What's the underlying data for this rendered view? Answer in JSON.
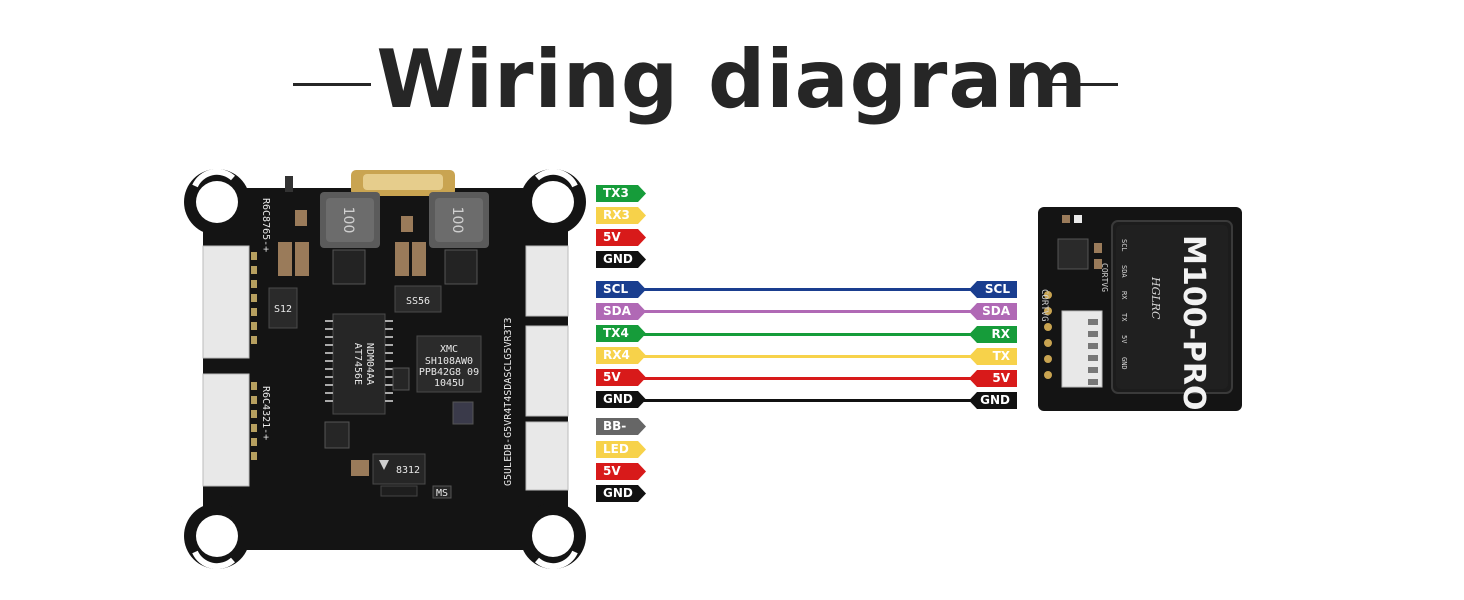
{
  "title": "Wiring diagram",
  "fc": {
    "pads_left_top": "R6C8765-+",
    "pads_left_bottom": "R6C4321-+",
    "pads_right": "G5ULEDB-G5VR4T4SDASCLG5VR3T3",
    "inductor_mark_1": "100",
    "inductor_mark_2": "100",
    "diode_mark": "SS56",
    "chip_main": "AT7456E",
    "chip_main_2": "NDM04AA",
    "chip_flash_1": "XMC",
    "chip_flash_2": "SH108AW0",
    "chip_flash_3": "PPB42G8 09",
    "chip_flash_4": "1045U",
    "chip_reg": "8312",
    "chip_ldo": "MS",
    "chip_small": "S12"
  },
  "gps": {
    "model": "M100-PRO",
    "brand": "HGLRC",
    "shield_pins": [
      "SCL",
      "SDA",
      "RX",
      "TX",
      "5V",
      "GND"
    ],
    "side_label": "CORTVG",
    "rot_label": "CORTVG"
  },
  "colors": {
    "blue": "#1a3e8f",
    "purple": "#b069b5",
    "green": "#169c3a",
    "yellow": "#f7d24a",
    "red": "#d81a1a",
    "black": "#111111",
    "gray": "#666666",
    "pcb": "#141414"
  },
  "fc_tags": [
    {
      "label": "TX3",
      "color": "#169c3a"
    },
    {
      "label": "RX3",
      "color": "#f7d24a"
    },
    {
      "label": "5V",
      "color": "#d81a1a"
    },
    {
      "label": "GND",
      "color": "#111111"
    },
    {
      "label": "SCL",
      "color": "#1a3e8f"
    },
    {
      "label": "SDA",
      "color": "#b069b5"
    },
    {
      "label": "TX4",
      "color": "#169c3a"
    },
    {
      "label": "RX4",
      "color": "#f7d24a"
    },
    {
      "label": "5V",
      "color": "#d81a1a"
    },
    {
      "label": "GND",
      "color": "#111111"
    },
    {
      "label": "BB-",
      "color": "#666666"
    },
    {
      "label": "LED",
      "color": "#f7d24a"
    },
    {
      "label": "5V",
      "color": "#d81a1a"
    },
    {
      "label": "GND",
      "color": "#111111"
    }
  ],
  "gps_tags": [
    {
      "label": "SCL",
      "color": "#1a3e8f"
    },
    {
      "label": "SDA",
      "color": "#b069b5"
    },
    {
      "label": "RX",
      "color": "#169c3a"
    },
    {
      "label": "TX",
      "color": "#f7d24a"
    },
    {
      "label": "5V",
      "color": "#d81a1a"
    },
    {
      "label": "GND",
      "color": "#111111"
    }
  ]
}
